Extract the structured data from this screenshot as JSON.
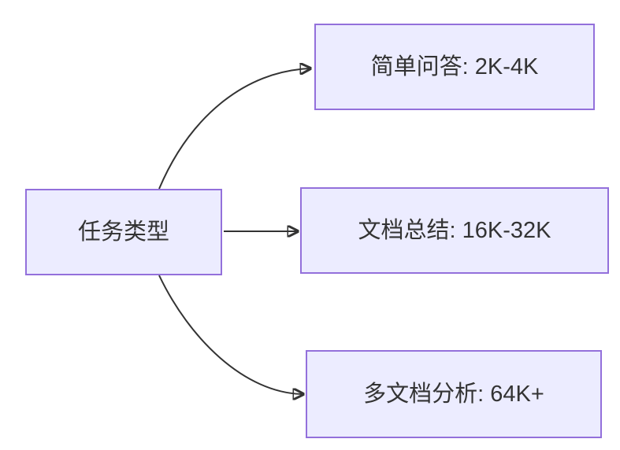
{
  "diagram": {
    "type": "flowchart",
    "direction": "left-to-right",
    "nodes": {
      "root": {
        "id": "task-type",
        "label": "任务类型"
      },
      "branches": [
        {
          "id": "simple-qa",
          "label": "简单问答: 2K-4K"
        },
        {
          "id": "doc-summary",
          "label": "文档总结: 16K-32K"
        },
        {
          "id": "multi-doc",
          "label": "多文档分析: 64K+"
        }
      ]
    },
    "edges": [
      {
        "from": "task-type",
        "to": "simple-qa"
      },
      {
        "from": "task-type",
        "to": "doc-summary"
      },
      {
        "from": "task-type",
        "to": "multi-doc"
      }
    ],
    "colors": {
      "background": "#ffffff",
      "node_fill": "#ECECFF",
      "node_border": "#9370DB",
      "edge": "#333333",
      "text": "#333333"
    }
  }
}
